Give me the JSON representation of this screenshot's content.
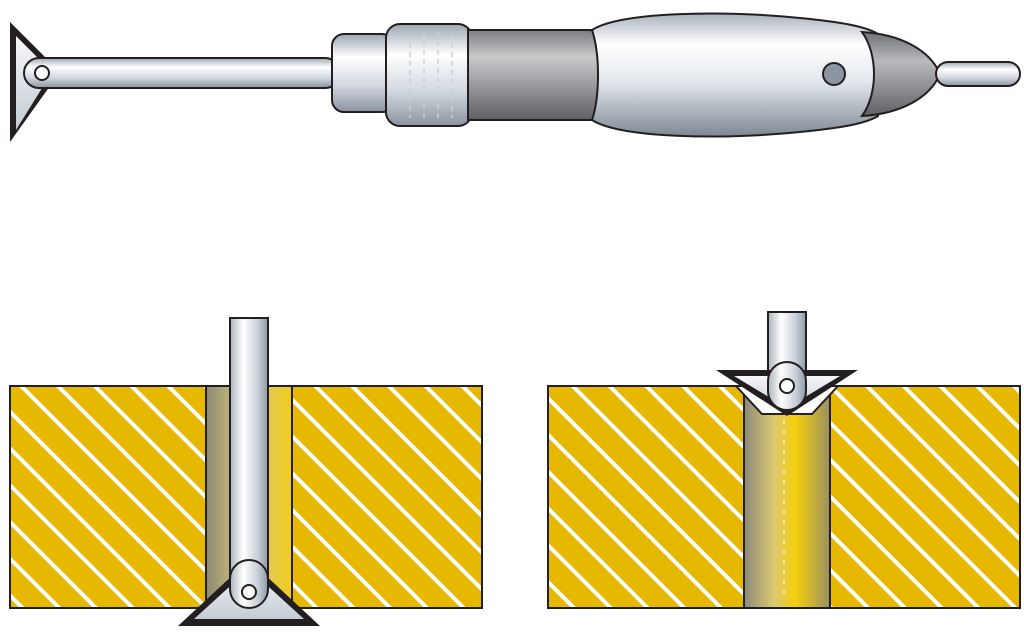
{
  "colors": {
    "background": "#ffffff",
    "outline": "#231f20",
    "wood_yellow": "#e6b800",
    "hatch_white": "#ffffff",
    "bore_yellow": "#f2cc1a",
    "bore_shadow": "#9a9070",
    "metal_light": "#f4f6f9",
    "metal_mid": "#b9c2cc",
    "metal_dark": "#7d8794",
    "grip_dark": "#6d6f72",
    "grip_light": "#c9cacc",
    "cap_dark": "#808286",
    "pin_dot": "#8c96a2"
  },
  "parts": {
    "tool": "deburring-tool",
    "top_view": "tool-side-view",
    "left_view": "blade-through-bore",
    "right_view": "blade-countersinking-bore-edge"
  }
}
